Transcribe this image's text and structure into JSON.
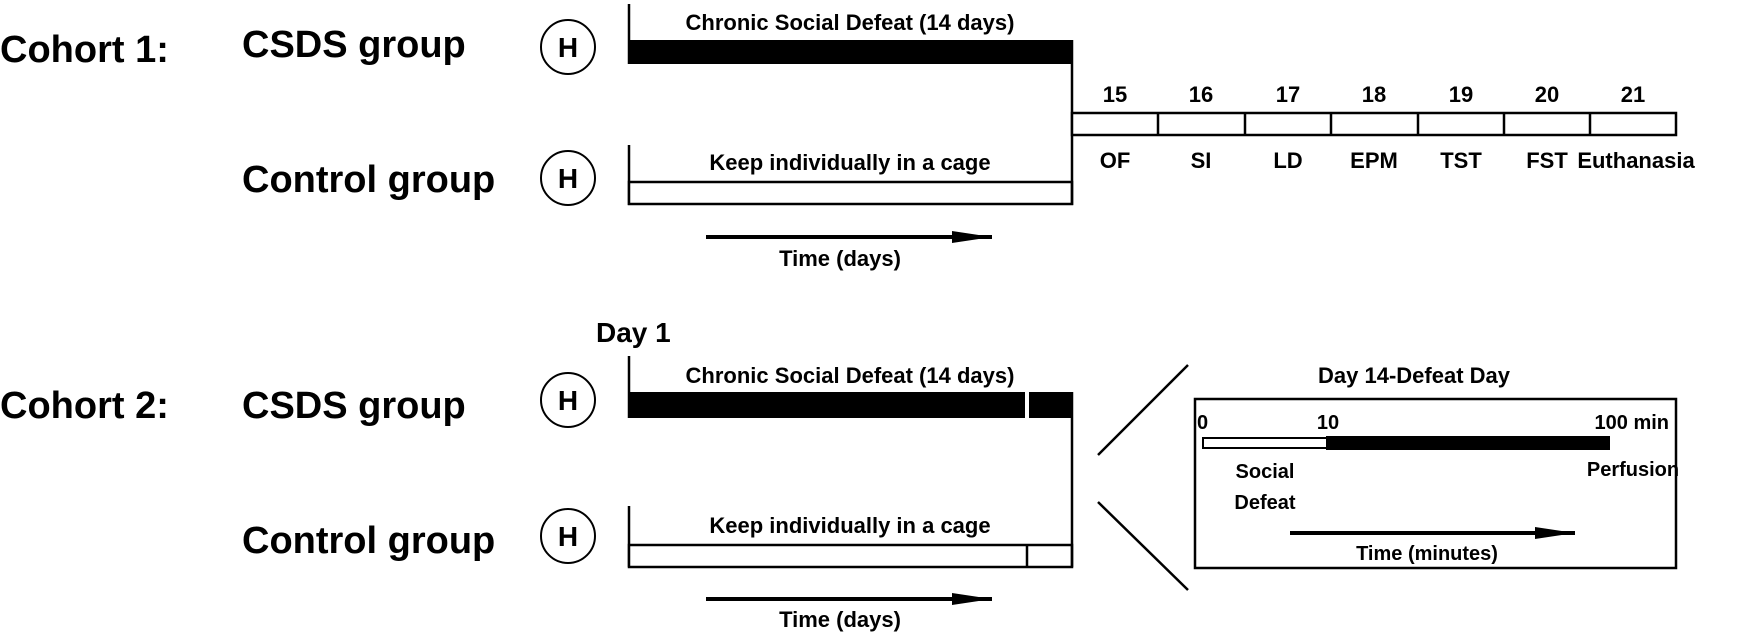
{
  "cohort1": {
    "label": "Cohort 1:",
    "csds_group": "CSDS group",
    "control_group": "Control group",
    "habituation_mark": "H",
    "csds_bar_label": "Chronic Social Defeat (14 days)",
    "control_bar_label": "Keep individually in a cage",
    "time_label": "Time (days)",
    "test_days": [
      {
        "day": "15",
        "test": "OF"
      },
      {
        "day": "16",
        "test": "SI"
      },
      {
        "day": "17",
        "test": "LD"
      },
      {
        "day": "18",
        "test": "EPM"
      },
      {
        "day": "19",
        "test": "TST"
      },
      {
        "day": "20",
        "test": "FST"
      },
      {
        "day": "21",
        "test": "Euthanasia"
      }
    ]
  },
  "cohort2": {
    "label": "Cohort 2:",
    "day1_label": "Day 1",
    "csds_group": "CSDS group",
    "control_group": "Control group",
    "habituation_mark": "H",
    "csds_bar_label": "Chronic Social Defeat (14 days)",
    "control_bar_label": "Keep individually in a cage",
    "time_label": "Time (days)",
    "inset": {
      "title": "Day 14-Defeat Day",
      "tick_start": "0",
      "tick_mid": "10",
      "tick_end": "100 min",
      "social_label_1": "Social",
      "social_label_2": "Defeat",
      "perfusion_label": "Perfusion",
      "time_label": "Time (minutes)"
    }
  },
  "colors": {
    "ink": "#000000",
    "paper": "#ffffff"
  }
}
